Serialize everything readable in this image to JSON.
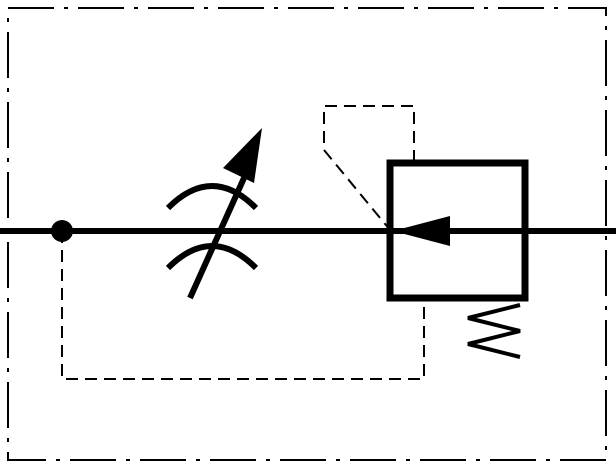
{
  "diagram": {
    "type": "hydraulic-schematic",
    "components": [
      {
        "id": "enclosure",
        "kind": "component-enclosure",
        "line_style": "dash-dot"
      },
      {
        "id": "main-line",
        "kind": "working-line",
        "line_style": "solid"
      },
      {
        "id": "junction",
        "kind": "connection-point"
      },
      {
        "id": "throttle",
        "kind": "adjustable-throttle"
      },
      {
        "id": "valve",
        "kind": "pressure-valve",
        "flow_direction": "right-to-left"
      },
      {
        "id": "spring",
        "kind": "spring"
      },
      {
        "id": "pilot-line-top",
        "kind": "pilot-line",
        "line_style": "dashed"
      },
      {
        "id": "pilot-line-bottom",
        "kind": "pilot-line",
        "line_style": "dashed"
      }
    ],
    "colors": {
      "stroke": "#000000",
      "background": "#ffffff"
    }
  }
}
